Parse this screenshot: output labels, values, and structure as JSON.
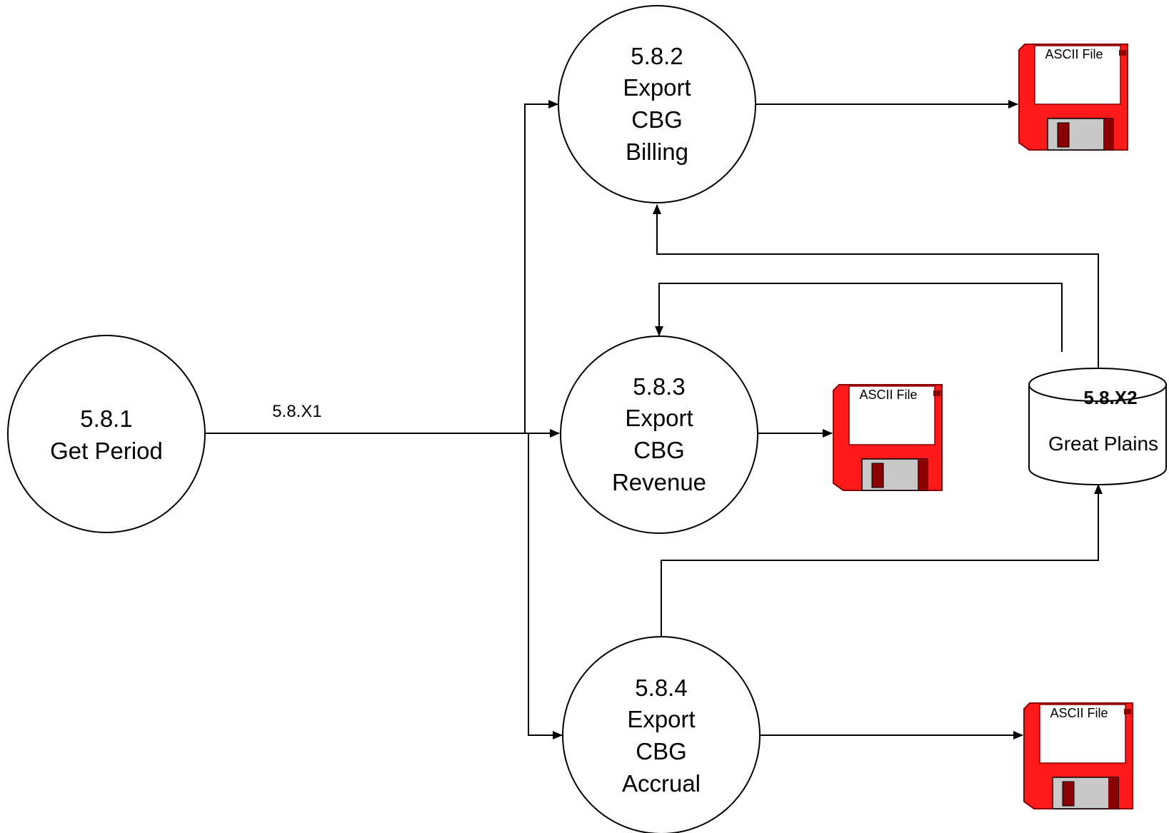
{
  "processes": {
    "p581": {
      "id": "5.8.1",
      "name": "Get Period"
    },
    "p582": {
      "id": "5.8.2",
      "line1": "Export",
      "line2": "CBG",
      "line3": "Billing"
    },
    "p583": {
      "id": "5.8.3",
      "line1": "Export",
      "line2": "CBG",
      "line3": "Revenue"
    },
    "p584": {
      "id": "5.8.4",
      "line1": "Export",
      "line2": "CBG",
      "line3": "Accrual"
    }
  },
  "flows": {
    "period_flow": "5.8.X1"
  },
  "datastore": {
    "id": "5.8.X2",
    "name": "Great Plains"
  },
  "outputs": {
    "billing_file": "ASCII File",
    "revenue_file": "ASCII File",
    "accrual_file": "ASCII File"
  },
  "colors": {
    "disk_red": "#ff1a1a",
    "disk_dark": "#8b0000",
    "disk_shutter": "#c8c8c8",
    "line": "#000000"
  },
  "icons": {
    "disk": "floppy-disk-icon"
  }
}
